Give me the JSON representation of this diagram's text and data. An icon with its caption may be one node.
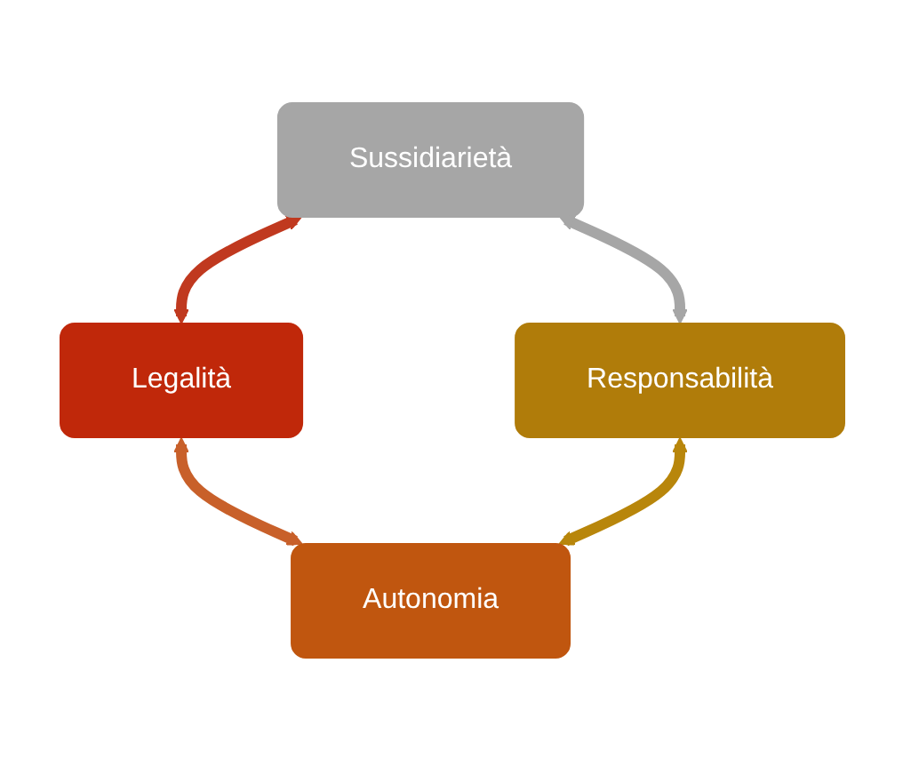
{
  "diagram": {
    "nodes": [
      {
        "text": [
          "Sussidiarietà"
        ]
      },
      {
        "text": [
          "Legalità"
        ]
      },
      {
        "text": [
          "Responsabilità"
        ]
      },
      {
        "text": [
          "Autonomia"
        ]
      }
    ],
    "edges": [
      {
        "from": 0,
        "to": 1,
        "arrow": "both",
        "color": "#c0391f"
      },
      {
        "from": 0,
        "to": 2,
        "arrow": "both",
        "color": "#a6a6a6"
      },
      {
        "from": 1,
        "to": 3,
        "arrow": "both",
        "color": "#c8602a"
      },
      {
        "from": 2,
        "to": 3,
        "arrow": "both",
        "color": "#b8860b"
      }
    ]
  }
}
